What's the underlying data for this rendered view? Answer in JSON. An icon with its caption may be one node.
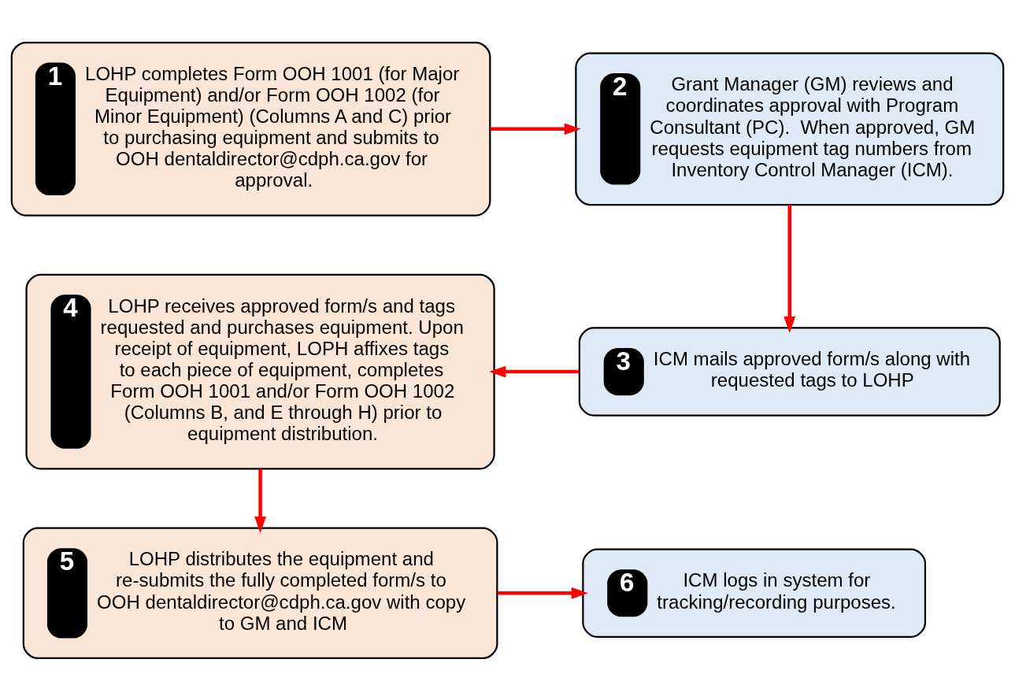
{
  "diagram": {
    "nodes": [
      {
        "text": [
          "1",
          "LOHP completes Form OOH 1001 (for Major Equipment) and/or Form OOH 1002 (for Minor Equipment) (Columns A and C) prior to purchasing equipment and submits to OOH dentaldirector@cdph.ca.gov for approval."
        ]
      },
      {
        "text": [
          "2",
          "Grant Manager (GM) reviews and coordinates approval with Program Consultant (PC).  When approved, GM requests equipment tag numbers from Inventory Control Manager (ICM)."
        ]
      },
      {
        "text": [
          "3",
          "ICM mails approved form/s along with requested tags to LOHP"
        ]
      },
      {
        "text": [
          "4",
          "LOHP receives approved form/s and tags requested and purchases equipment. Upon receipt of equipment, LOPH affixes tags to each piece of equipment, completes Form OOH 1001 and/or Form OOH 1002 (Columns B, and E through H) prior to equipment distribution."
        ]
      },
      {
        "text": [
          "5",
          "LOHP distributes the equipment and re-submits the fully completed form/s to OOH dentaldirector@cdph.ca.gov with copy to GM and ICM"
        ]
      },
      {
        "text": [
          "6",
          "ICM logs in system for tracking/recording purposes."
        ]
      }
    ],
    "edges": [
      {
        "from": 0,
        "to": 1,
        "arrow": "to"
      },
      {
        "from": 1,
        "to": 2,
        "arrow": "to"
      },
      {
        "from": 2,
        "to": 3,
        "arrow": "to"
      },
      {
        "from": 3,
        "to": 4,
        "arrow": "to"
      },
      {
        "from": 4,
        "to": 5,
        "arrow": "to"
      }
    ]
  }
}
